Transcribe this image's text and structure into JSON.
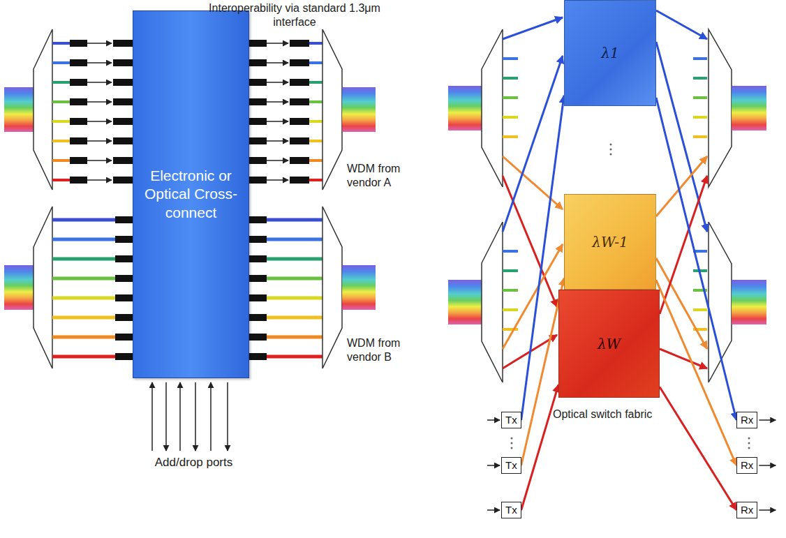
{
  "diagram": {
    "nodes": [
      {
        "text": [
          "Electronic or Optical Cross-connect"
        ]
      },
      {
        "text": [
          "λ1"
        ]
      },
      {
        "text": [
          "λW-1"
        ]
      },
      {
        "text": [
          "λW"
        ]
      },
      {
        "text": [
          "Tx"
        ]
      },
      {
        "text": [
          "Tx"
        ]
      },
      {
        "text": [
          "Tx"
        ]
      },
      {
        "text": [
          "Rx"
        ]
      },
      {
        "text": [
          "Rx"
        ]
      },
      {
        "text": [
          "Rx"
        ]
      }
    ],
    "edges": [
      {
        "from": 4,
        "to": 1,
        "arrow": "to"
      },
      {
        "from": 5,
        "to": 2,
        "arrow": "to"
      },
      {
        "from": 6,
        "to": 3,
        "arrow": "to"
      },
      {
        "from": 1,
        "to": 7,
        "arrow": "to"
      },
      {
        "from": 2,
        "to": 8,
        "arrow": "to"
      },
      {
        "from": 3,
        "to": 9,
        "arrow": "to"
      }
    ],
    "labels": [
      "Interoperability via standard 1.3μm interface",
      "WDM from vendor A",
      "WDM from vendor B",
      "Add/drop ports",
      "Optical switch fabric"
    ]
  }
}
